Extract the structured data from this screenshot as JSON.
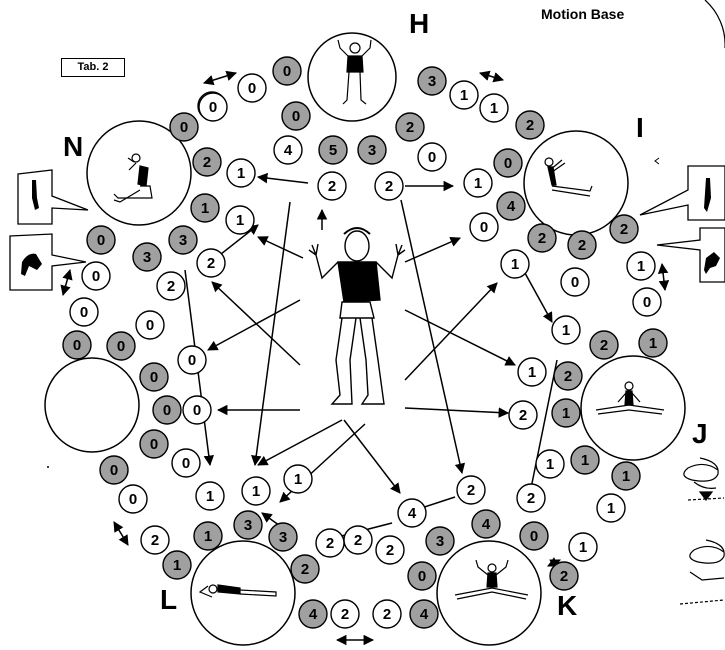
{
  "header": {
    "title": "Motion Base",
    "tab_label": "Tab. 2"
  },
  "letters": [
    "H",
    "I",
    "J",
    "K",
    "L",
    "N"
  ],
  "nodes": {
    "top": [
      "0",
      "0",
      "0",
      "0",
      "0",
      "4",
      "5",
      "3",
      "2",
      "3",
      "1",
      "1",
      "2"
    ],
    "ring_right_upper": [
      "2",
      "2",
      "0",
      "0",
      "1",
      "4",
      "2",
      "2",
      "0",
      "0",
      "2"
    ],
    "ring_right_lower": [
      "1",
      "1",
      "1",
      "2",
      "2",
      "1",
      "1",
      "0",
      "2",
      "1",
      "1",
      "1",
      "1"
    ],
    "bottom": [
      "4",
      "2",
      "2",
      "4",
      "0",
      "0",
      "1",
      "1",
      "2",
      "2",
      "2",
      "3",
      "4",
      "4",
      "2",
      "2"
    ],
    "ring_left": [
      "0",
      "0",
      "0",
      "0",
      "0",
      "0",
      "0",
      "0",
      "0",
      "0",
      "0",
      "0",
      "0",
      "0",
      "0",
      "2",
      "1",
      "1",
      "3",
      "3",
      "2",
      "2"
    ]
  },
  "icons": {
    "center": "figure-standing-icon",
    "top": "figure-arms-raised-icon",
    "right_top": "figure-seated-legs-extended-icon",
    "right_mid": "figure-split-sitting-icon",
    "bottom_right": "figure-straddle-split-icon",
    "bottom_left": "figure-lying-prone-icon",
    "left_top": "figure-seated-leaning-icon",
    "left_mid": "empty-circle-icon"
  },
  "colors": {
    "shaded": "#a0a0a0",
    "line": "#000000",
    "bg": "#ffffff"
  }
}
